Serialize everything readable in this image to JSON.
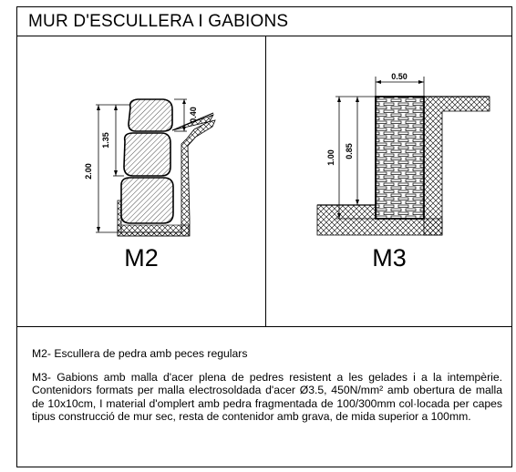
{
  "title": "MUR D'ESCULLERA I GABIONS",
  "panels": {
    "m2": {
      "caption": "M2",
      "dims": {
        "total_height": "2.00",
        "visible_height": "1.35",
        "crest": "0.40"
      }
    },
    "m3": {
      "caption": "M3",
      "dims": {
        "width": "0.50",
        "total_height": "1.00",
        "visible_height": "0.85"
      }
    }
  },
  "notes": {
    "m2_label": "M2-",
    "m2_text": " Escullera de pedra amb peces regulars",
    "m3_label": "M3-",
    "m3_text": " Gabions amb malla d'acer plena de pedres resistent a les gelades i a la intempèrie. Contenidors formats per malla electrosoldada d'acer Ø3.5, 450N/mm² amb obertura de malla de 10x10cm, I material d'omplert amb pedra fragmentada de 100/300mm col·locada per capes tipus construcció de mur sec, resta de contenidor amb grava, de mida superior a 100mm."
  }
}
